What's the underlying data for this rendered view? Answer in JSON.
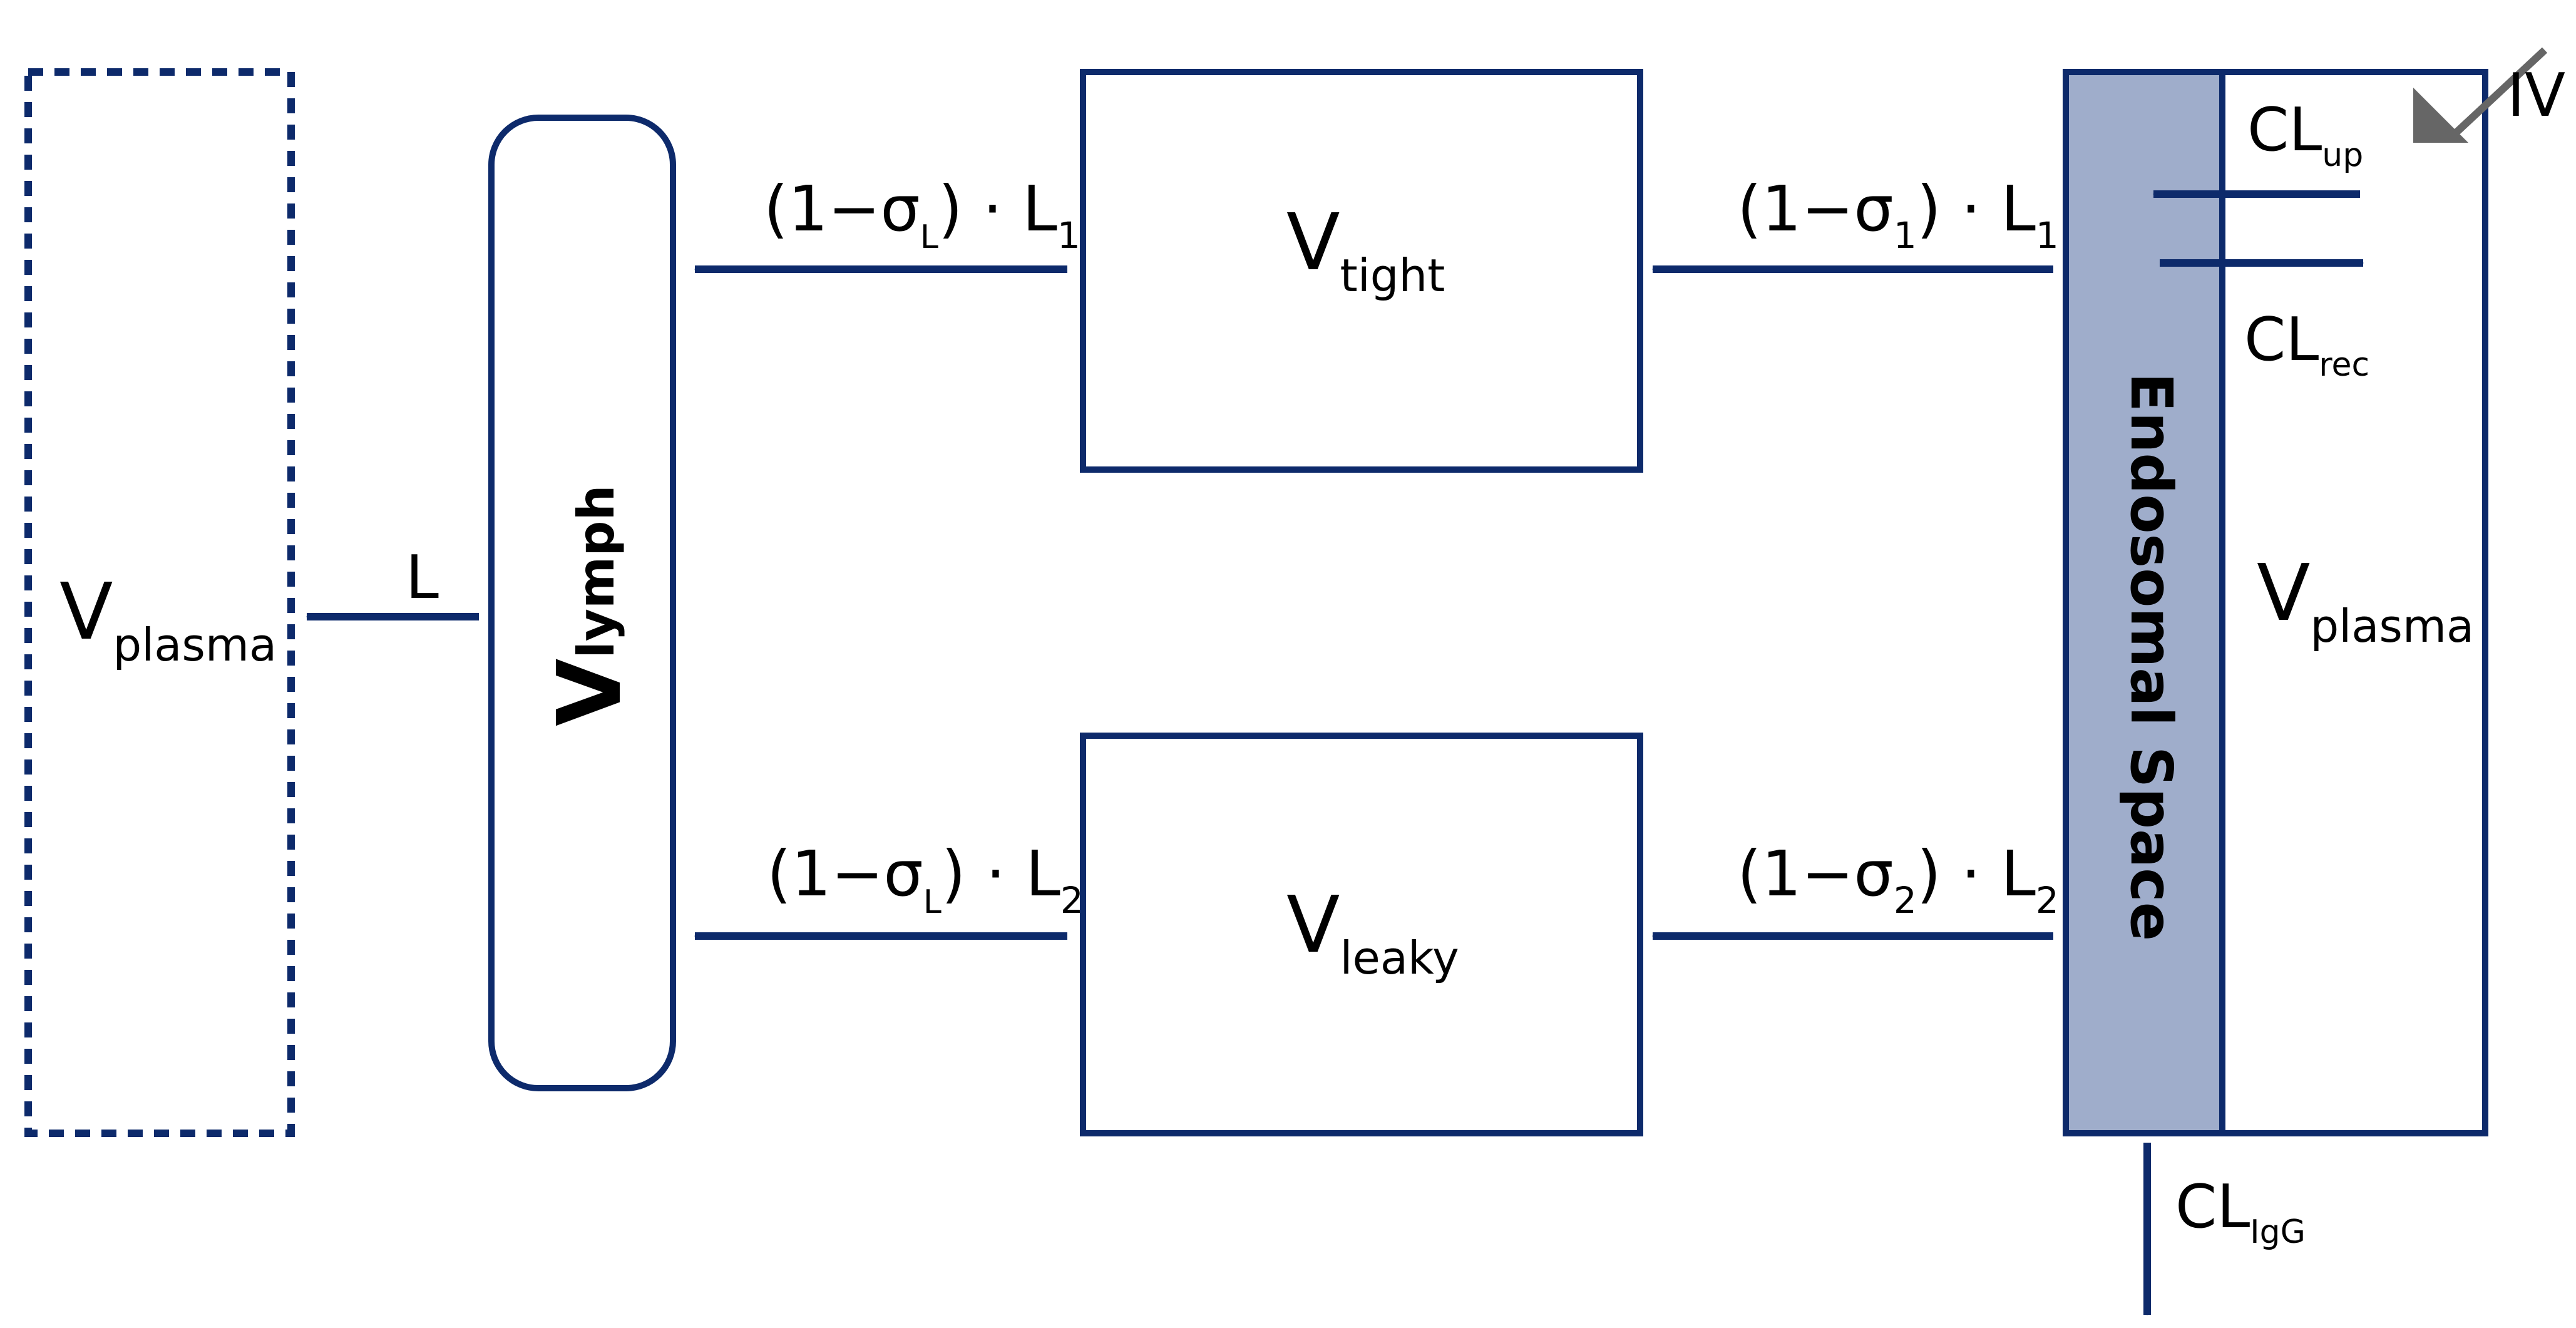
{
  "colors": {
    "stroke": "#0d2a6b",
    "endosome_fill": "#9fadcb",
    "iv_arrow": "#666666",
    "text": "#000000"
  },
  "compartments": {
    "plasma_left": {
      "symbol": "V",
      "subscript": "plasma"
    },
    "lymph": {
      "symbol": "V",
      "subscript": "lymph"
    },
    "tight": {
      "symbol": "V",
      "subscript": "tight"
    },
    "leaky": {
      "symbol": "V",
      "subscript": "leaky"
    },
    "endosomal": {
      "label": "Endosomal Space"
    },
    "plasma_right": {
      "symbol": "V",
      "subscript": "plasma"
    }
  },
  "flows": {
    "lymph_to_plasma": {
      "label": "L"
    },
    "tight_to_lymph": {
      "open": "(1−σ",
      "sigma_sub": "L",
      "close": ") · L",
      "L_sub": "1"
    },
    "leaky_to_lymph": {
      "open": "(1−σ",
      "sigma_sub": "L",
      "close": ") · L",
      "L_sub": "2"
    },
    "plasma_to_tight": {
      "open": "(1−σ",
      "sigma_sub": "1",
      "close": ") · L",
      "L_sub": "1"
    },
    "plasma_to_leaky": {
      "open": "(1−σ",
      "sigma_sub": "2",
      "close": ") · L",
      "L_sub": "2"
    },
    "uptake": {
      "main": "CL",
      "sub": "up"
    },
    "recycling": {
      "main": "CL",
      "sub": "rec"
    },
    "igg_clearance": {
      "main": "CL",
      "sub": "IgG"
    },
    "iv_dose": {
      "label": "IV"
    }
  }
}
